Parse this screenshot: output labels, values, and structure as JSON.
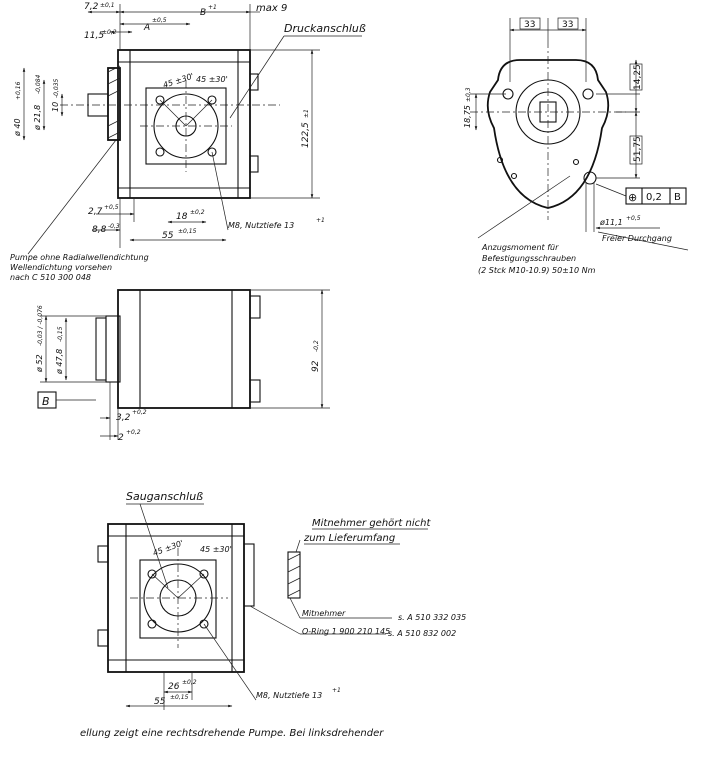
{
  "top_view": {
    "dim_7_2": "7,2",
    "tol_7_2": "±0,1",
    "dim_11_5": "11,5",
    "tol_11_5": "±0,2",
    "dim_A": "A",
    "tol_A": "±0,5",
    "dim_B": "B",
    "tol_B": "+1",
    "dim_max9": "max 9",
    "druckanschluss": "Druckanschluß",
    "angle_45_30_a": "45 ±30'",
    "angle_45_30_b": "45 ±30'",
    "dim_phi40": "ø 40",
    "tol_phi40": "+0,16",
    "dim_phi21_8": "ø 21,8",
    "tol_phi21_8": "-0,084",
    "dim_10": "10",
    "tol_10": "-0,035",
    "dim_122_5": "122,5",
    "tol_122_5": "±1",
    "dim_2_7": "2,7",
    "tol_2_7": "+0,5",
    "dim_18": "18",
    "tol_18": "±0,2",
    "dim_8_8": "8,8",
    "tol_8_8": "-0,3",
    "m8_label": "M8, Nutztiefe 13",
    "m8_tol": "+1",
    "dim_55": "55",
    "tol_55": "±0,15",
    "note_line1": "Pumpe ohne Radialwellendichtung",
    "note_line2": "Wellendichtung vorsehen",
    "note_line3": "nach C 510 300 048"
  },
  "right_view": {
    "dim_33_a": "33",
    "dim_33_b": "33",
    "dim_14_25": "14,25",
    "dim_18_75": "18,75",
    "tol_18_75": "±0,3",
    "dim_51_75": "51,75",
    "tol_frame_symbol": "⊕",
    "tol_frame_value": "0,2",
    "tol_frame_datum": "B",
    "dim_phi11_1": "ø11,1",
    "tol_phi11_1": "+0,5",
    "freier_durchgang": "Freier Durchgang",
    "torque_line1": "Anzugsmoment für",
    "torque_line2": "Befestigungsschrauben",
    "torque_line3": "(2 Stck M10-10.9)  50±10 Nm"
  },
  "side_view": {
    "dim_phi52": "ø 52",
    "tol_phi52": "-0,03 / -0,076",
    "dim_phi47_8": "ø 47,8",
    "tol_phi47_8": "-0,15",
    "dim_92": "92",
    "tol_92": "-0,2",
    "datum_B": "B",
    "dim_3_2": "3,2",
    "tol_3_2": "+0,2",
    "dim_2": "2",
    "tol_2": "+0,2"
  },
  "bottom_view": {
    "sauganschluss": "Sauganschluß",
    "angle_45_30_a": "45 ±30'",
    "angle_45_30_b": "45 ±30'",
    "mitnehmer_note_line1": "Mitnehmer gehört nicht",
    "mitnehmer_note_line2": "zum Lieferumfang",
    "mitnehmer_label": "Mitnehmer",
    "mitnehmer_ref": "s. A 510 332 035",
    "oring_label": "O-Ring 1 900 210 145",
    "oring_ref": "s. A 510 832 002",
    "dim_26": "26",
    "tol_26": "±0,2",
    "dim_55": "55",
    "tol_55": "±0,15",
    "m8_label": "M8, Nutztiefe 13",
    "m8_tol": "+1"
  },
  "footer_text": "ellung zeigt eine rechtsdrehende Pumpe. Bei linksdrehender"
}
